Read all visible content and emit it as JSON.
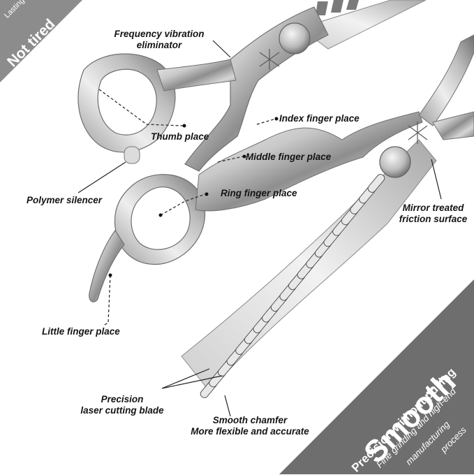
{
  "corner_badge": {
    "small": "Lasting",
    "big": "Not tired",
    "color": "#8c8c8c"
  },
  "promo": {
    "title": "Smooth",
    "subtitle": "Precision without pulling",
    "line1": "Fine grinding and high-end",
    "line2": "manufacturing",
    "line3": "process",
    "color": "#6e6e6e"
  },
  "labels": {
    "frequency_1": "Frequency vibration",
    "frequency_2": "eliminator",
    "index_finger": "Index finger place",
    "thumb": "Thumb place",
    "middle_finger": "Middle finger place",
    "ring_finger": "Ring finger place",
    "polymer": "Polymer silencer",
    "mirror_1": "Mirror treated",
    "mirror_2": "friction surface",
    "little_finger": "Little finger place",
    "precision_1": "Precision",
    "precision_2": "laser cutting blade",
    "chamfer_1": "Smooth chamfer",
    "chamfer_2": "More flexible and accurate"
  }
}
